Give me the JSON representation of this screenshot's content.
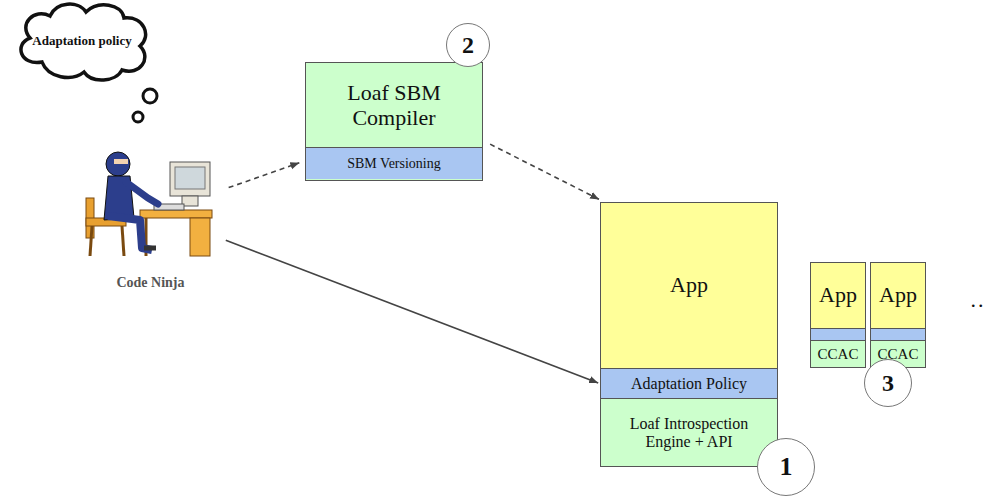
{
  "diagram": {
    "nodes": [
      {
        "text": [
          "Adaptation policy"
        ]
      },
      {
        "text": [
          "Code Ninja"
        ]
      },
      {
        "text": [
          "Loaf SBM Compiler"
        ]
      },
      {
        "text": [
          "SBM Versioning"
        ],
        "in": 2
      },
      {
        "text": [
          "Loaf Introspection Engine + API"
        ]
      },
      {
        "text": [
          "App"
        ],
        "in": 4
      },
      {
        "text": [
          "Adaptation Policy"
        ],
        "in": 4
      },
      {
        "text": [
          "CCAC"
        ]
      },
      {
        "text": [
          "App"
        ],
        "in": 7
      },
      {
        "text": [
          "CCAC"
        ]
      },
      {
        "text": [
          "App"
        ],
        "in": 9
      }
    ],
    "edges": [
      {
        "from": 1,
        "to": 2,
        "arrow": "to"
      },
      {
        "from": 2,
        "to": 5,
        "arrow": "to"
      },
      {
        "from": 1,
        "to": 6,
        "arrow": "to"
      }
    ],
    "labels": [
      "2",
      "1",
      "3",
      ".."
    ]
  }
}
